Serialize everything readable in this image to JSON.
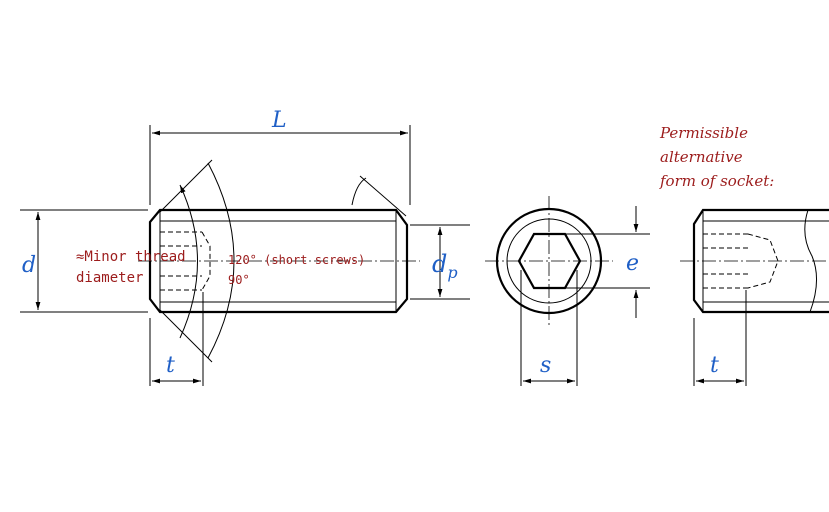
{
  "labels": {
    "L": "L",
    "d": "d",
    "dp_main": "d",
    "dp_sub": "p",
    "t_left": "t",
    "s": "s",
    "e": "e",
    "t_right": "t"
  },
  "notes": {
    "minor_thread_line1": "≈Minor thread",
    "minor_thread_line2": "diameter",
    "angle_short": "120° (short screws)",
    "angle_90": "90°"
  },
  "alternative": {
    "line1": "Permissible",
    "line2": "alternative",
    "line3": "form of socket:"
  },
  "colors": {
    "dimension_text": "#1f5fc6",
    "note_text": "#9c1c1c",
    "lines": "#000000"
  }
}
